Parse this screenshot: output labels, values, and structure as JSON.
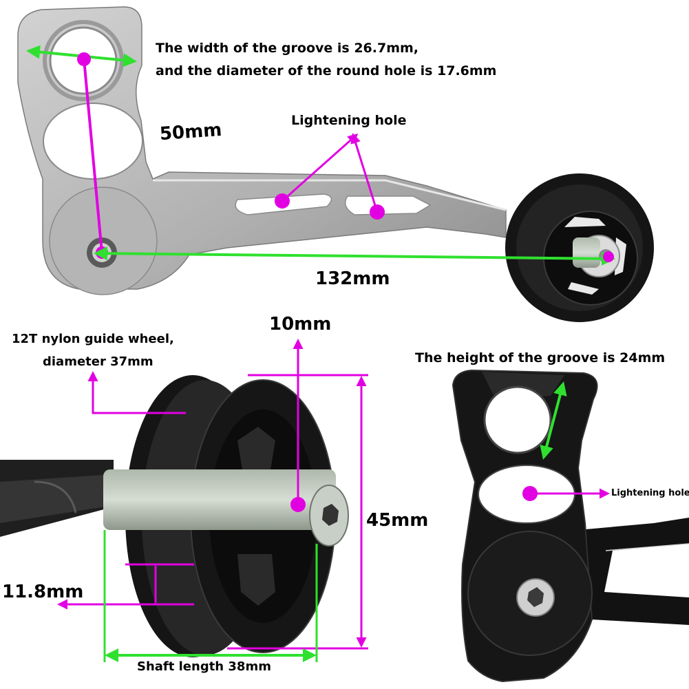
{
  "colors": {
    "magenta": "#e200e2",
    "green": "#2fe02f",
    "silver": "#b8b8b8",
    "black": "#141414"
  },
  "annotations": {
    "groove_line1": "The width of the groove is 26.7mm,",
    "groove_line2": "and the diameter of the round hole is 17.6mm",
    "dim_50": "50mm",
    "lightening_top": "Lightening hole",
    "dim_132": "132mm",
    "dim_10": "10mm",
    "wheel_line1": "12T nylon guide wheel,",
    "wheel_line2": "diameter 37mm",
    "groove_height": "The height of the groove is 24mm",
    "dim_45": "45mm",
    "lightening_right": "Lightening hole",
    "dim_11_8": "11.8mm",
    "shaft_length": "Shaft length 38mm"
  }
}
